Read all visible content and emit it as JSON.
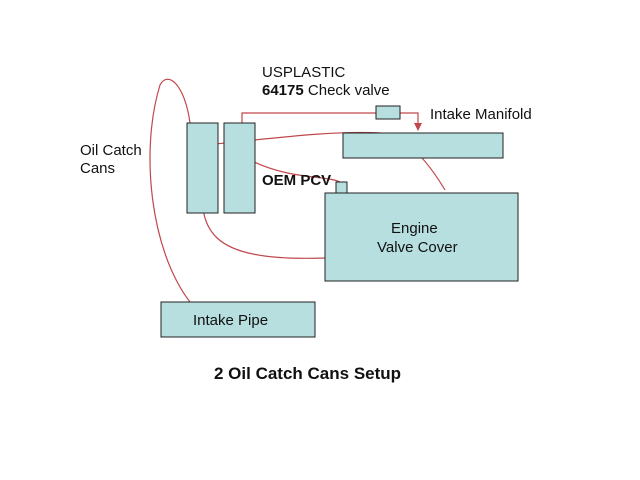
{
  "labels": {
    "check_valve_brand": "USPLASTIC",
    "check_valve_part_number": "64175",
    "check_valve_name": "Check valve",
    "intake_manifold": "Intake Manifold",
    "oil_catch_cans_line1": "Oil Catch",
    "oil_catch_cans_line2": "Cans",
    "oem_pcv": "OEM PCV",
    "engine_line1": "Engine",
    "engine_line2": "Valve Cover",
    "intake_pipe": "Intake Pipe"
  },
  "caption": "2 Oil Catch Cans Setup",
  "colors": {
    "component_fill": "#b7dfe0",
    "component_outline": "#222222",
    "hose": "#c0484c"
  }
}
